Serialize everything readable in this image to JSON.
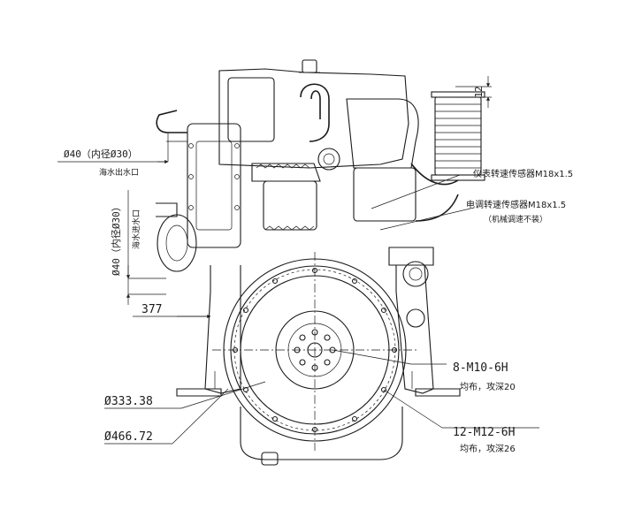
{
  "drawing": {
    "view": "front-view",
    "labels": {
      "seawater_outlet_dia": "Ø40（内径Ø30）",
      "seawater_outlet_name": "海水出水口",
      "seawater_inlet_dia": "Ø40（内径Ø30）",
      "seawater_inlet_name": "海水进水口",
      "meter_sensor": "仪表转速传感器M18x1.5",
      "ecu_sensor": "电调转速传感器M18x1.5",
      "ecu_sensor_note": "（机械调速不装）",
      "offset_377": "377",
      "exhaust_dim_12": "12",
      "bolts_8": "8-M10-6H",
      "bolts_8_note": "均布，攻深20",
      "bolts_12": "12-M12-6H",
      "bolts_12_note": "均布，攻深26",
      "dia_333": "Ø333.38",
      "dia_466": "Ø466.72"
    }
  }
}
